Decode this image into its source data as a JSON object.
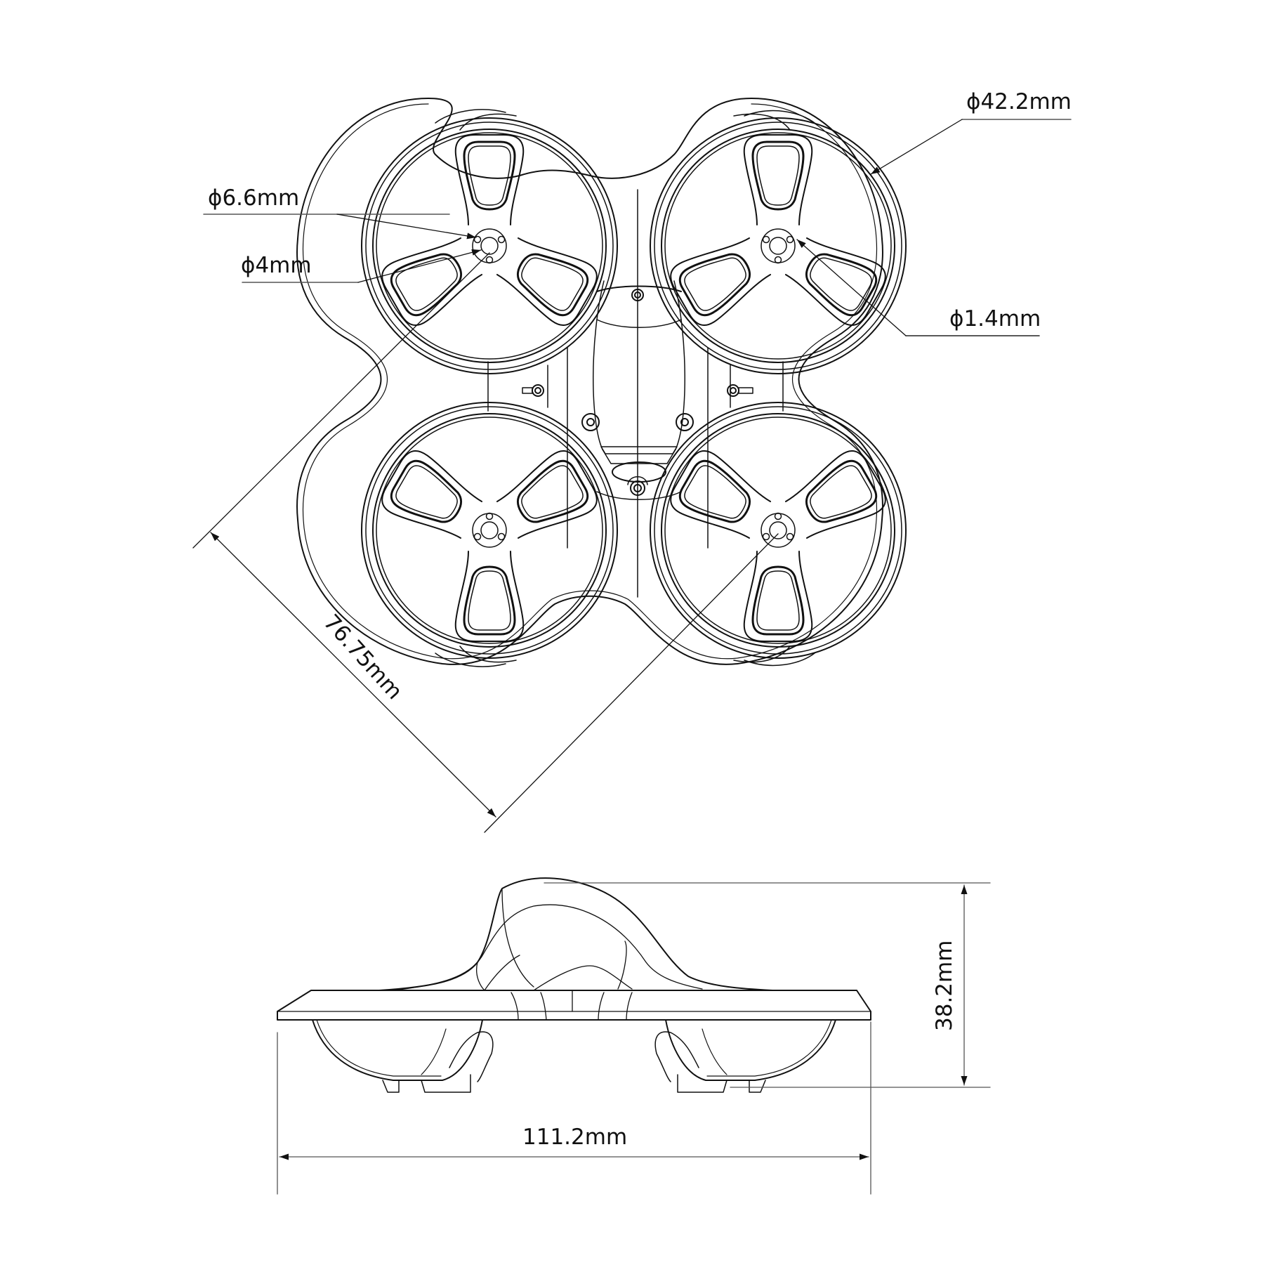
{
  "drawing": {
    "title": "Drone frame (whoop) dimension drawing",
    "views": [
      "top-view",
      "side-view"
    ],
    "line_color": "#111111",
    "background": "#ffffff"
  },
  "dimensions": {
    "motor_guard_diameter": "ϕ42.2mm",
    "motor_mount_outer_diameter": "ϕ6.6mm",
    "motor_shaft_hole_diameter": "ϕ4mm",
    "screw_hole_diameter": "ϕ1.4mm",
    "diagonal_wheelbase": "76.75mm",
    "height": "38.2mm",
    "overall_width": "111.2mm"
  }
}
